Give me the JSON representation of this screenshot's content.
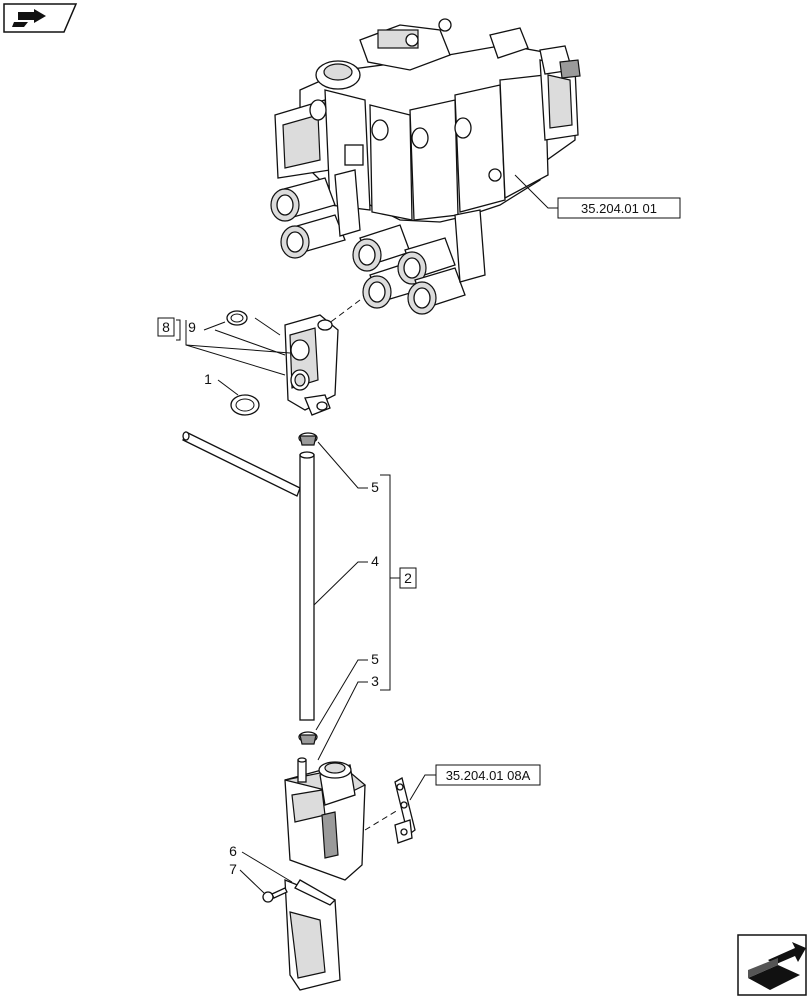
{
  "callouts": {
    "item_1": "1",
    "item_2": "2",
    "item_3": "3",
    "item_4": "4",
    "item_5_top": "5",
    "item_5_bottom": "5",
    "item_6": "6",
    "item_7": "7",
    "item_8": "8",
    "item_9": "9"
  },
  "references": {
    "control_valve": "35.204.01 01",
    "bracket": "35.204.01 08A"
  },
  "icons": {
    "top_left": "book-arrow-icon",
    "bottom_right": "next-page-arrow-icon"
  }
}
